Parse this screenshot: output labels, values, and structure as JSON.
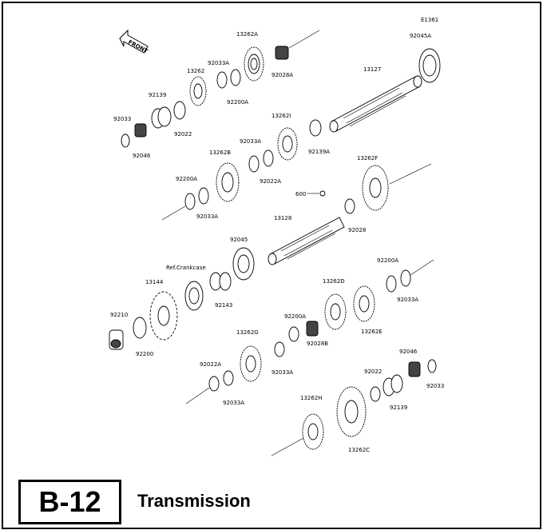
{
  "figure_id": "E1361",
  "section_code": "B-12",
  "section_title": "Transmission",
  "front_label": "FRONT",
  "colors": {
    "line": "#000000",
    "background": "#ffffff"
  },
  "parts": [
    {
      "id": "13262A",
      "label": "13262A",
      "kind": "gear"
    },
    {
      "id": "92028A",
      "label": "92028A",
      "kind": "needle-bearing"
    },
    {
      "id": "92045A",
      "label": "92045A",
      "kind": "ball-bearing"
    },
    {
      "id": "92033A_1",
      "label": "92033A",
      "kind": "circlip"
    },
    {
      "id": "13262",
      "label": "13262",
      "kind": "gear"
    },
    {
      "id": "92200A_1",
      "label": "92200A",
      "kind": "washer"
    },
    {
      "id": "13127",
      "label": "13127",
      "kind": "shaft"
    },
    {
      "id": "92139",
      "label": "92139",
      "kind": "collar"
    },
    {
      "id": "92022",
      "label": "92022",
      "kind": "washer"
    },
    {
      "id": "92033",
      "label": "92033",
      "kind": "circlip"
    },
    {
      "id": "92046",
      "label": "92046",
      "kind": "needle-bearing"
    },
    {
      "id": "13262I",
      "label": "13262I",
      "kind": "gear"
    },
    {
      "id": "92139A",
      "label": "92139A",
      "kind": "collar"
    },
    {
      "id": "13262B",
      "label": "13262B",
      "kind": "gear"
    },
    {
      "id": "92033A_2",
      "label": "92033A",
      "kind": "circlip"
    },
    {
      "id": "92022A_1",
      "label": "92022A",
      "kind": "washer"
    },
    {
      "id": "13262F",
      "label": "13262F",
      "kind": "gear"
    },
    {
      "id": "92200A_2",
      "label": "92200A",
      "kind": "washer"
    },
    {
      "id": "92033A_3",
      "label": "92033A",
      "kind": "circlip"
    },
    {
      "id": "600",
      "label": "600",
      "kind": "callout"
    },
    {
      "id": "92028",
      "label": "92028",
      "kind": "needle-bearing"
    },
    {
      "id": "13128",
      "label": "13128",
      "kind": "shaft"
    },
    {
      "id": "92045",
      "label": "92045",
      "kind": "ball-bearing"
    },
    {
      "id": "refcrank",
      "label": "Ref.Crankcase",
      "kind": "ref"
    },
    {
      "id": "13144",
      "label": "13144",
      "kind": "sprocket"
    },
    {
      "id": "92143",
      "label": "92143",
      "kind": "collar"
    },
    {
      "id": "92200A_3",
      "label": "92200A",
      "kind": "washer"
    },
    {
      "id": "92033A_4",
      "label": "92033A",
      "kind": "circlip"
    },
    {
      "id": "13262D",
      "label": "13262D",
      "kind": "gear"
    },
    {
      "id": "13262E",
      "label": "13262E",
      "kind": "gear"
    },
    {
      "id": "92210",
      "label": "92210",
      "kind": "nut"
    },
    {
      "id": "92200",
      "label": "92200",
      "kind": "washer"
    },
    {
      "id": "92200A_4",
      "label": "92200A",
      "kind": "washer"
    },
    {
      "id": "92028B",
      "label": "92028B",
      "kind": "needle-bearing"
    },
    {
      "id": "13262G",
      "label": "13262G",
      "kind": "gear"
    },
    {
      "id": "92033A_5",
      "label": "92033A",
      "kind": "circlip"
    },
    {
      "id": "92046_2",
      "label": "92046",
      "kind": "needle-bearing"
    },
    {
      "id": "92022_2",
      "label": "92022",
      "kind": "washer"
    },
    {
      "id": "92033_2",
      "label": "92033",
      "kind": "circlip"
    },
    {
      "id": "92022A_2",
      "label": "92022A",
      "kind": "washer"
    },
    {
      "id": "92033A_6",
      "label": "92033A",
      "kind": "circlip"
    },
    {
      "id": "92139_2",
      "label": "92139",
      "kind": "collar"
    },
    {
      "id": "13262H",
      "label": "13262H",
      "kind": "gear"
    },
    {
      "id": "13262C",
      "label": "13262C",
      "kind": "gear"
    }
  ]
}
